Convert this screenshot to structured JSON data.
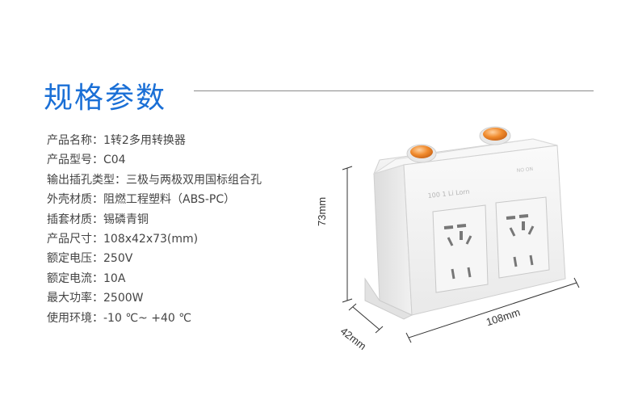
{
  "heading": "规格参数",
  "specs": [
    {
      "label": "产品名称：",
      "value": "1转2多用转换器"
    },
    {
      "label": "产品型号：",
      "value": "C04"
    },
    {
      "label": "输出插孔类型：",
      "value": "三极与两极双用国标组合孔"
    },
    {
      "label": "外壳材质：",
      "value": "阻燃工程塑料（ABS-PC）"
    },
    {
      "label": "插套材质：",
      "value": "锡磷青铜"
    },
    {
      "label": "产品尺寸：",
      "value": "108x42x73(mm)"
    },
    {
      "label": "额定电压：",
      "value": "250V"
    },
    {
      "label": "额定电流：",
      "value": "10A"
    },
    {
      "label": "最大功率：",
      "value": "2500W"
    },
    {
      "label": "使用环境：",
      "value": "-10 ℃~ +40 ℃"
    }
  ],
  "dimensions": {
    "height": "73mm",
    "depth": "42mm",
    "width": "108mm"
  },
  "colors": {
    "heading": "#1a6fd6",
    "switch": "#f08a2c",
    "body": "#f4f4f4"
  }
}
